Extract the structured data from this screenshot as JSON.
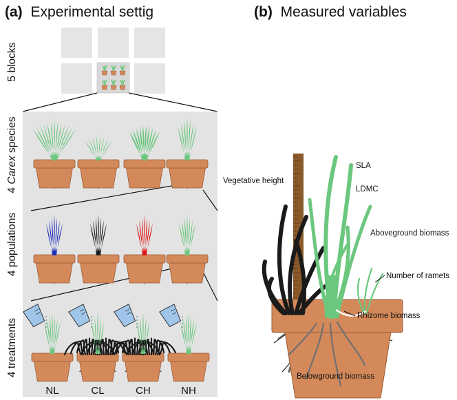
{
  "panel_a": {
    "letter": "(a)",
    "title": "Experimental settig",
    "row_labels": {
      "blocks": "5 blocks",
      "species_prefix": "4 ",
      "species_italic": "Carex",
      "species_suffix": " species",
      "populations": "4 populations",
      "treatments": "4 treatments"
    },
    "treatments": [
      "NL",
      "CL",
      "CH",
      "NH"
    ]
  },
  "panel_b": {
    "letter": "(b)",
    "title": "Measured variables",
    "variables": {
      "vegetative_height": "Vegetative height",
      "sla": "SLA",
      "ldmc": "LDMC",
      "aboveground": "Aboveground biomass",
      "ramets": "Number of ramets",
      "rhizome": "Rhizome biomass",
      "belowground": "Belowground biomass"
    }
  },
  "colors": {
    "panel_bg": "#e3e3e3",
    "block": "#e5e5e5",
    "pot": "#d4895a",
    "pot_outline": "#9a5a35",
    "leaf_green": "#6cc77e",
    "leaf_blue": "#1f2fb8",
    "leaf_black": "#1a1a1a",
    "leaf_red": "#e01818",
    "root": "#4a3a33",
    "ruler": "#8b5a2b",
    "bucket": "#9fc6ea"
  }
}
